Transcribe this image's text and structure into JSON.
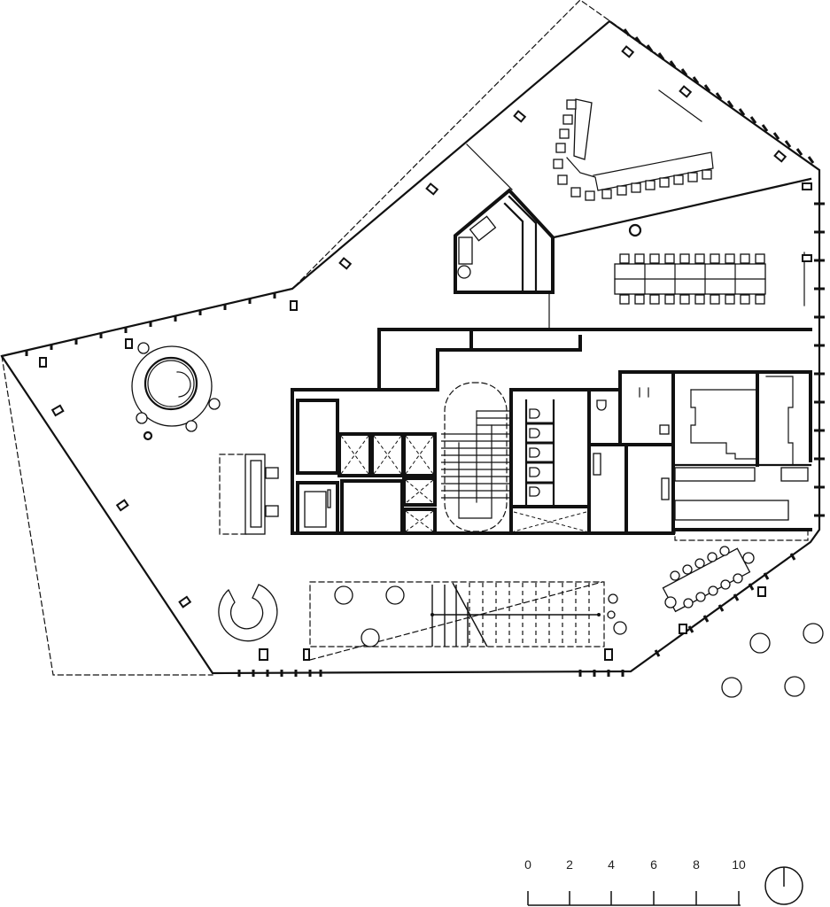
{
  "drawing": {
    "type": "architectural-floor-plan",
    "line_color": "#111111",
    "background": "#ffffff"
  },
  "scale_bar": {
    "unit_labels": [
      "0",
      "2",
      "4",
      "6",
      "8",
      "10"
    ],
    "label_x": [
      596,
      643,
      690,
      738,
      786,
      834
    ]
  },
  "north_arrow": {
    "icon": "north-arrow-icon"
  }
}
